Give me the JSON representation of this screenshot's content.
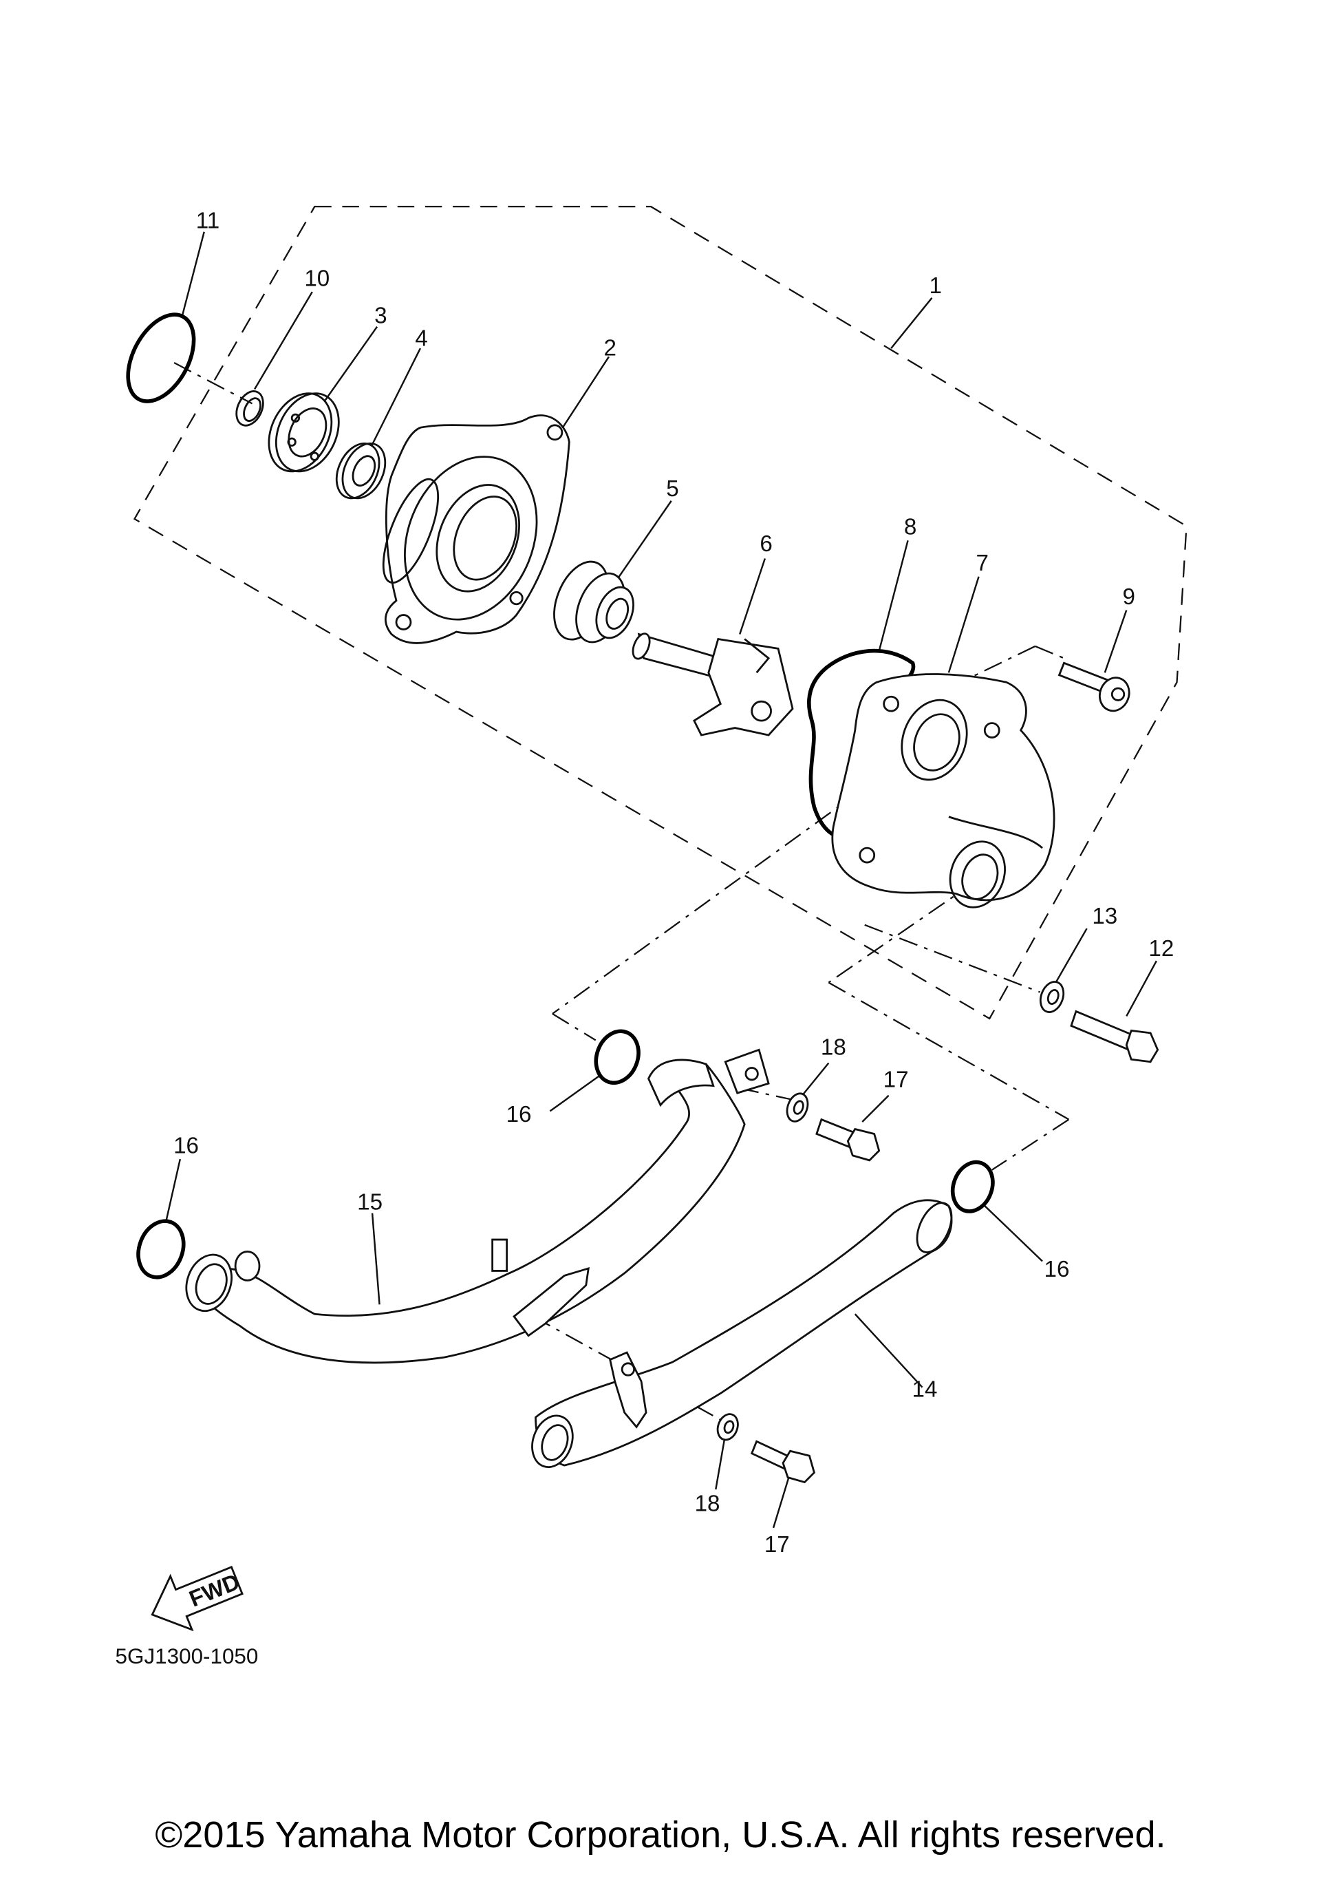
{
  "diagram": {
    "callouts": [
      "1",
      "2",
      "3",
      "4",
      "5",
      "6",
      "7",
      "8",
      "9",
      "10",
      "11",
      "12",
      "13",
      "14",
      "15",
      "16",
      "16",
      "16",
      "17",
      "17",
      "18",
      "18"
    ],
    "fwd_label": "FWD",
    "diagram_code": "5GJ1300-1050",
    "copyright": "©2015 Yamaha Motor Corporation, U.S.A. All rights reserved."
  }
}
